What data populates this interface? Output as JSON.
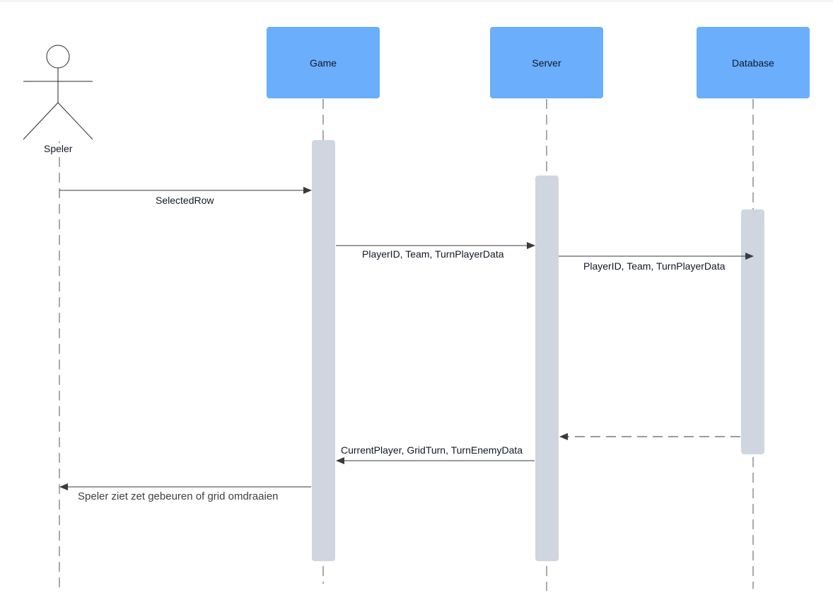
{
  "diagram": {
    "type": "sequence",
    "actor": {
      "label": "Speler"
    },
    "participants": [
      {
        "id": "game",
        "label": "Game"
      },
      {
        "id": "server",
        "label": "Server"
      },
      {
        "id": "database",
        "label": "Database"
      }
    ],
    "messages": [
      {
        "from": "speler",
        "to": "game",
        "label": "SelectedRow",
        "style": "solid"
      },
      {
        "from": "game",
        "to": "server",
        "label": "PlayerID, Team, TurnPlayerData",
        "style": "solid"
      },
      {
        "from": "server",
        "to": "database",
        "label": "PlayerID, Team, TurnPlayerData",
        "style": "solid"
      },
      {
        "from": "database",
        "to": "server",
        "label": "",
        "style": "dashed"
      },
      {
        "from": "server",
        "to": "game",
        "label": "CurrentPlayer, GridTurn, TurnEnemyData",
        "style": "solid"
      },
      {
        "from": "game",
        "to": "speler",
        "label": "Speler ziet zet gebeuren of grid omdraaien",
        "style": "solid"
      }
    ],
    "colors": {
      "participant_fill": "#6aaefc",
      "activation_fill": "#cfd6df",
      "line": "#3a3a3a"
    }
  }
}
